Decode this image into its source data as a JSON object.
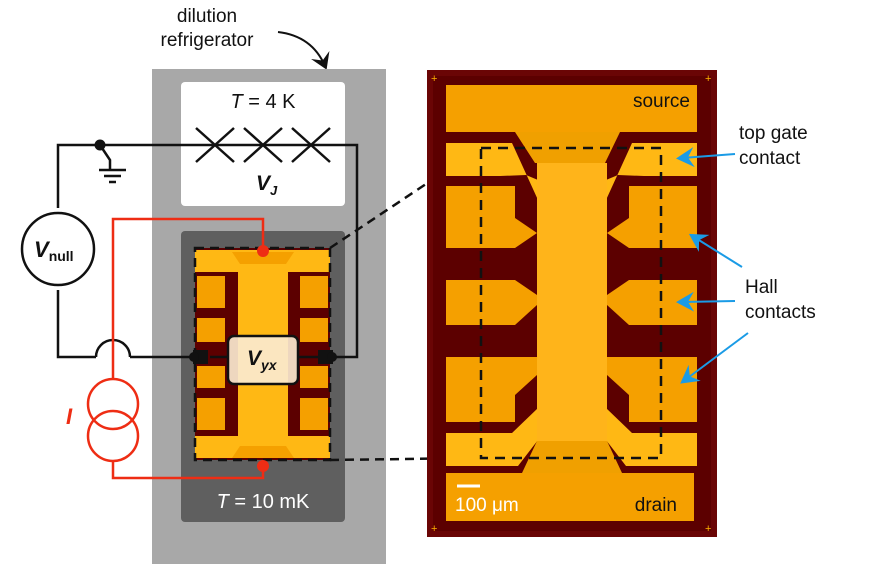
{
  "labels": {
    "fridge_line1": "dilution",
    "fridge_line2": "refrigerator",
    "t_hot_T": "T",
    "t_hot_rest": " = 4 K",
    "vj_main": "V",
    "vj_sub": "J",
    "vnull_main": "V",
    "vnull_sub": "null",
    "vyx_main": "V",
    "vyx_sub": "yx",
    "current": "I",
    "t_cold_T": "T",
    "t_cold_rest": " = 10 mK",
    "source": "source",
    "drain": "drain",
    "scale_bar": "100 μm",
    "top_gate_line1": "top gate",
    "top_gate_line2": "contact",
    "hall_line1": "Hall",
    "hall_line2": "contacts"
  },
  "colors": {
    "circuit_black": "#111111",
    "current_red": "#ee2d14",
    "annotation_blue": "#1a9be6",
    "fridge_gray": "#a8a8a8",
    "cold_stage_gray": "#5f5f5f",
    "wafer_dark": "#5c0000",
    "gold_pad": "#f5a000",
    "gold_light": "#ffb814",
    "vyx_box": "#fbe9cf"
  }
}
